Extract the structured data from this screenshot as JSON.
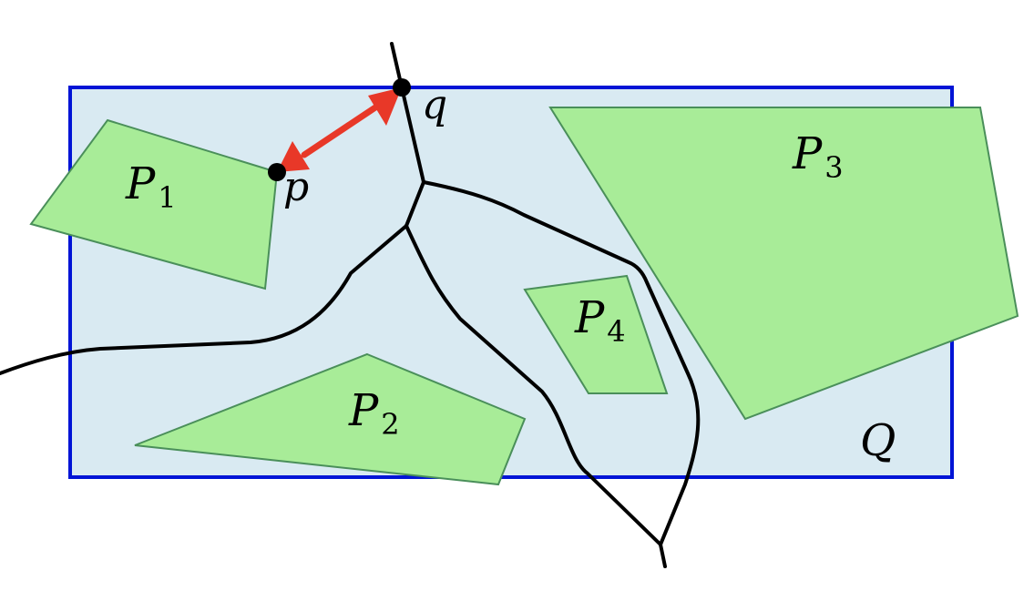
{
  "labels": {
    "p1": "P",
    "p1_sub": "1",
    "p2": "P",
    "p2_sub": "2",
    "p3": "P",
    "p3_sub": "3",
    "p4": "P",
    "p4_sub": "4",
    "region": "Q",
    "point_p": "p",
    "point_q": "q"
  },
  "colors": {
    "region_fill": "#d9eaf2",
    "region_stroke": "#0014d6",
    "polygon_fill": "#a8ec98",
    "polygon_stroke": "#4a8f5a",
    "path_stroke": "#000000",
    "arrow_color": "#e83828",
    "point_color": "#000000"
  }
}
